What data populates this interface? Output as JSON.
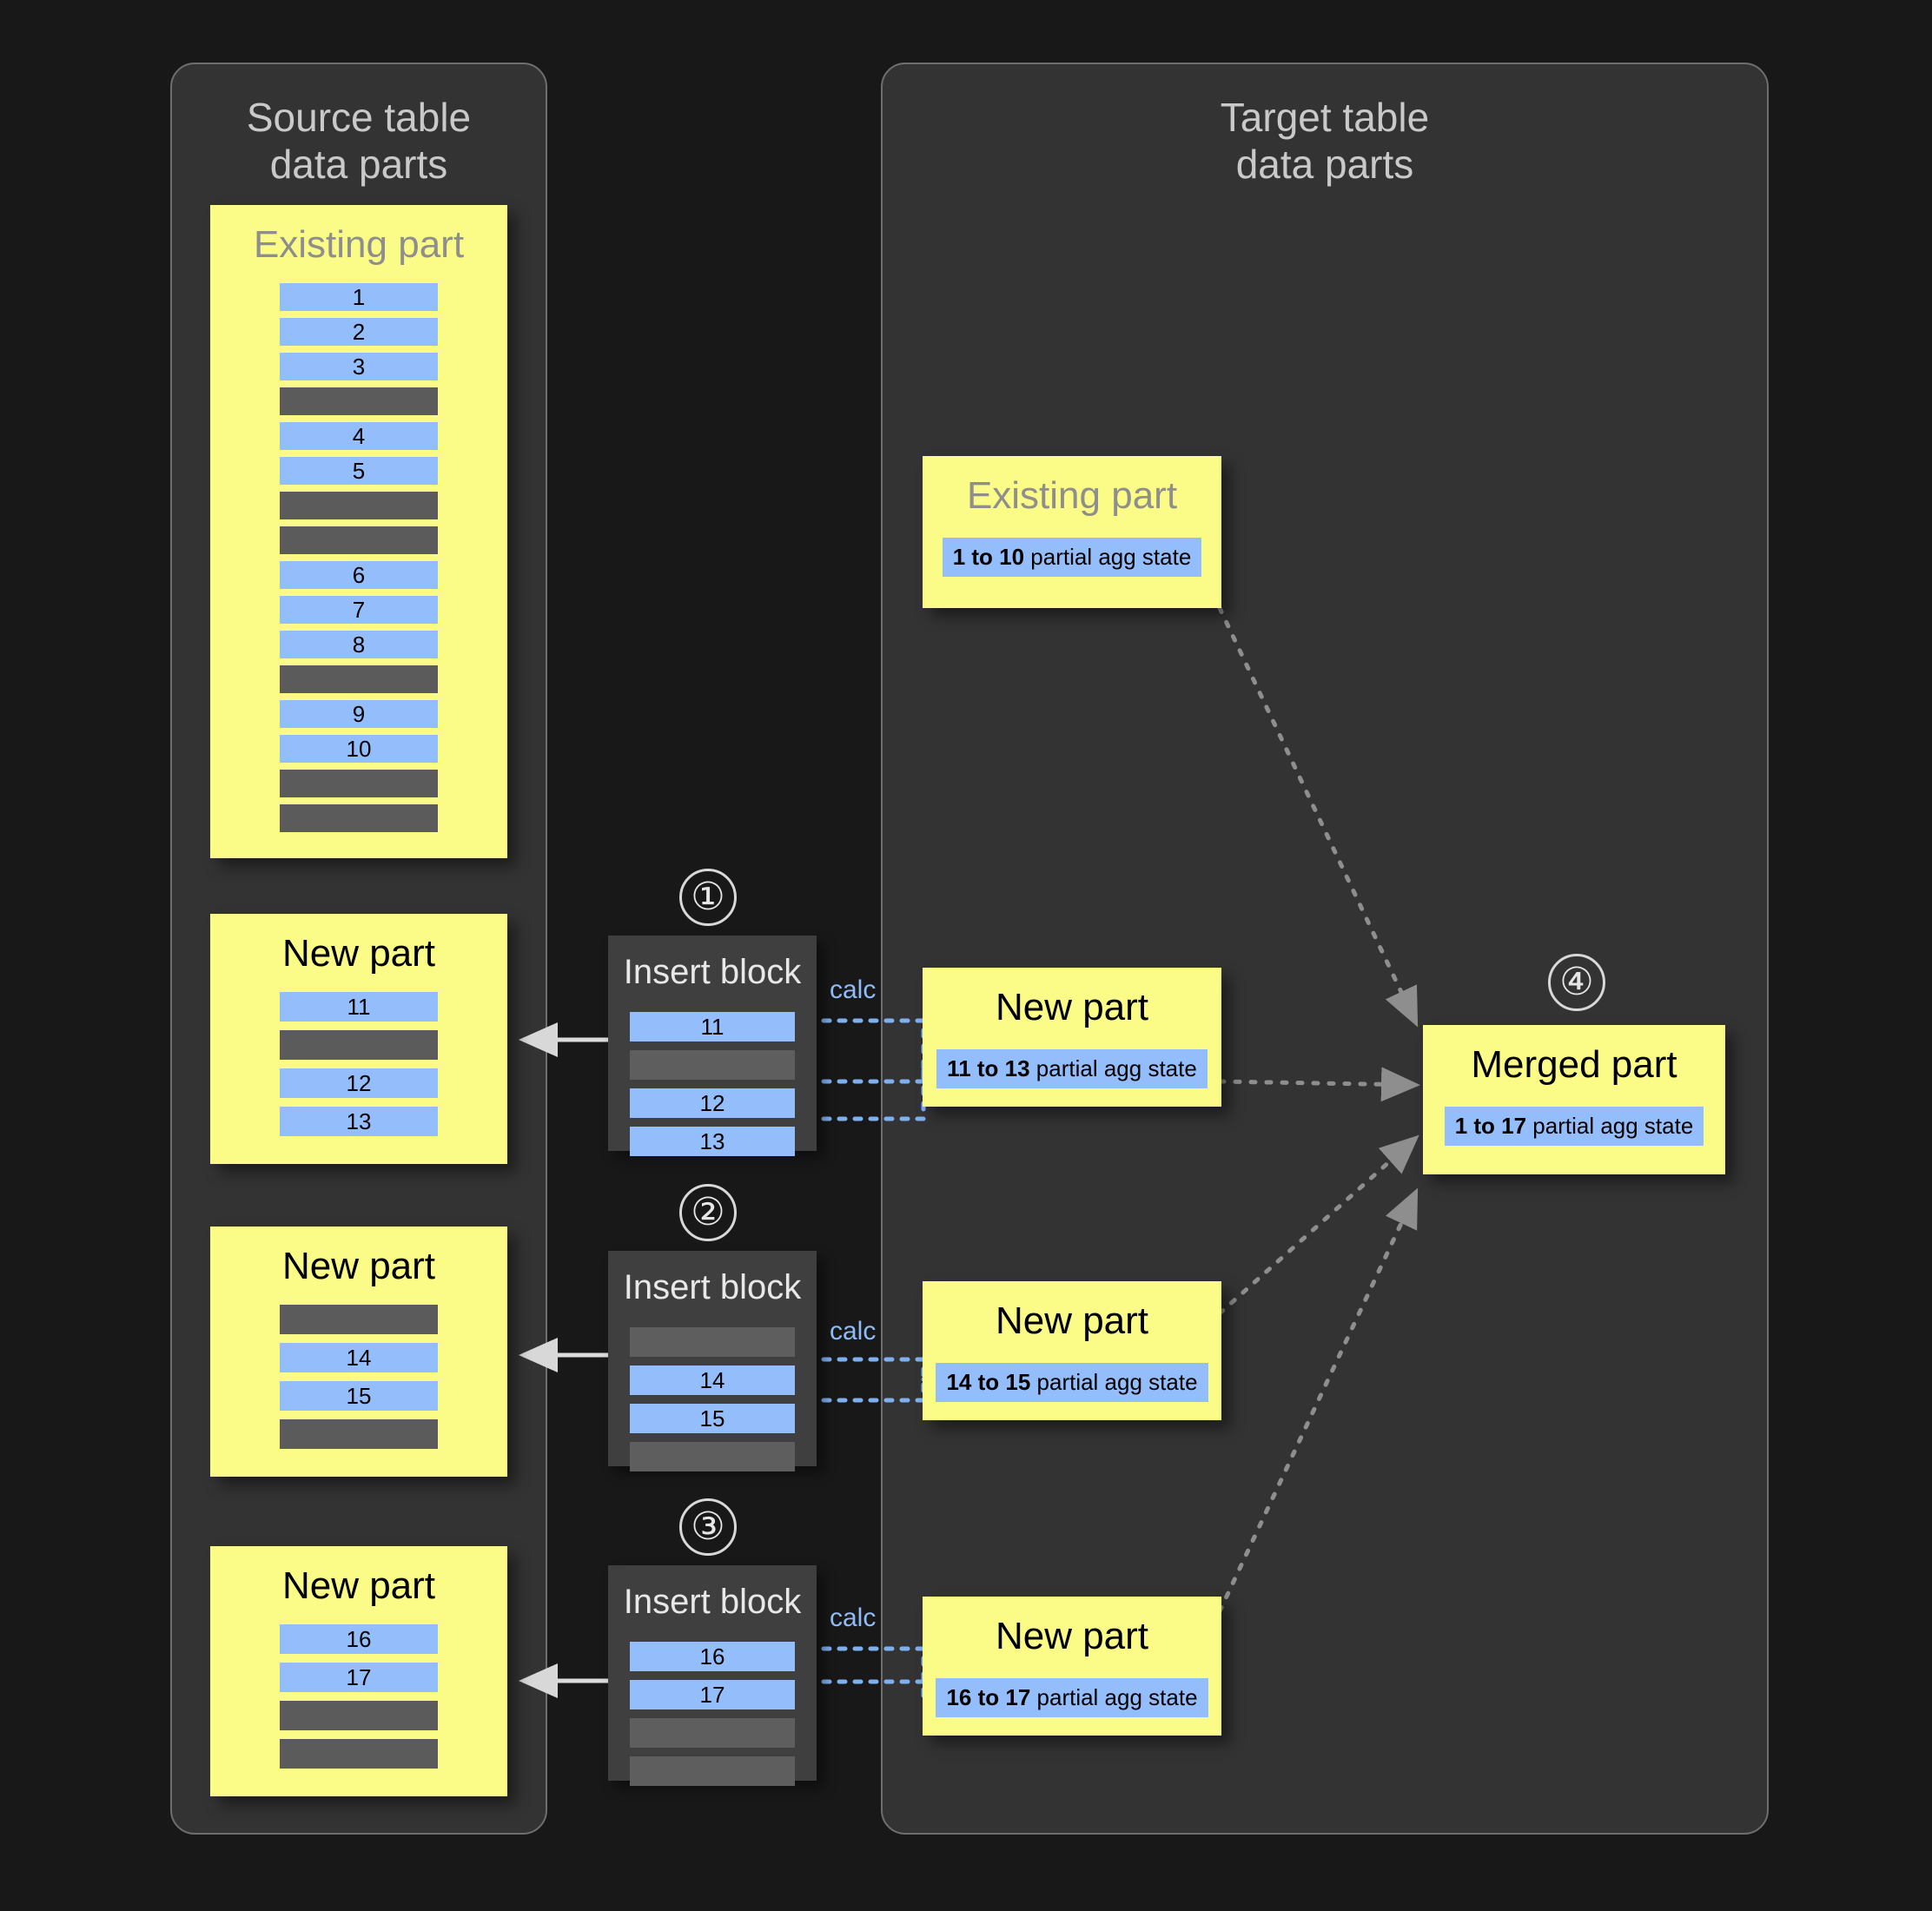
{
  "panels": {
    "source": {
      "title": "Source table\ndata parts"
    },
    "target": {
      "title": "Target table\ndata parts"
    }
  },
  "colors": {
    "background": "#181818",
    "panel": "#333333",
    "panel_border": "#6e6e6e",
    "part_yellow": "#fbfb87",
    "row_blue": "#94bdfb",
    "row_gray": "#5b5b5b",
    "insert_block": "#3f3f3f",
    "calc_label": "#8fbcf7",
    "muted_title": "#8e8e8e",
    "arrow": "#9a9a9a"
  },
  "source_parts": [
    {
      "title": "Existing part",
      "title_muted": true,
      "rows": [
        "1",
        "2",
        "3",
        "",
        "4",
        "5",
        "",
        "",
        "6",
        "7",
        "8",
        "",
        "9",
        "10",
        "",
        ""
      ]
    },
    {
      "title": "New part",
      "title_muted": false,
      "rows": [
        "11",
        "",
        "12",
        "13"
      ]
    },
    {
      "title": "New part",
      "title_muted": false,
      "rows": [
        "",
        "14",
        "15",
        ""
      ]
    },
    {
      "title": "New part",
      "title_muted": false,
      "rows": [
        "16",
        "17",
        "",
        ""
      ]
    }
  ],
  "insert_blocks": [
    {
      "step": "①",
      "title": "Insert block",
      "calc_label": "calc",
      "rows": [
        "11",
        "",
        "12",
        "13"
      ]
    },
    {
      "step": "②",
      "title": "Insert block",
      "calc_label": "calc",
      "rows": [
        "",
        "14",
        "15",
        ""
      ]
    },
    {
      "step": "③",
      "title": "Insert block",
      "calc_label": "calc",
      "rows": [
        "16",
        "17",
        "",
        ""
      ]
    }
  ],
  "target_parts": [
    {
      "title": "Existing part",
      "title_muted": true,
      "state_range": "1 to 10",
      "state_suffix": " partial agg state"
    },
    {
      "title": "New part",
      "title_muted": false,
      "state_range": "11 to 13",
      "state_suffix": " partial agg state"
    },
    {
      "title": "New part",
      "title_muted": false,
      "state_range": "14 to 15",
      "state_suffix": " partial agg state"
    },
    {
      "title": "New part",
      "title_muted": false,
      "state_range": "16 to 17",
      "state_suffix": " partial agg state"
    }
  ],
  "merged_part": {
    "step": "④",
    "title": "Merged part",
    "state_range": "1 to 17",
    "state_suffix": " partial agg state"
  }
}
